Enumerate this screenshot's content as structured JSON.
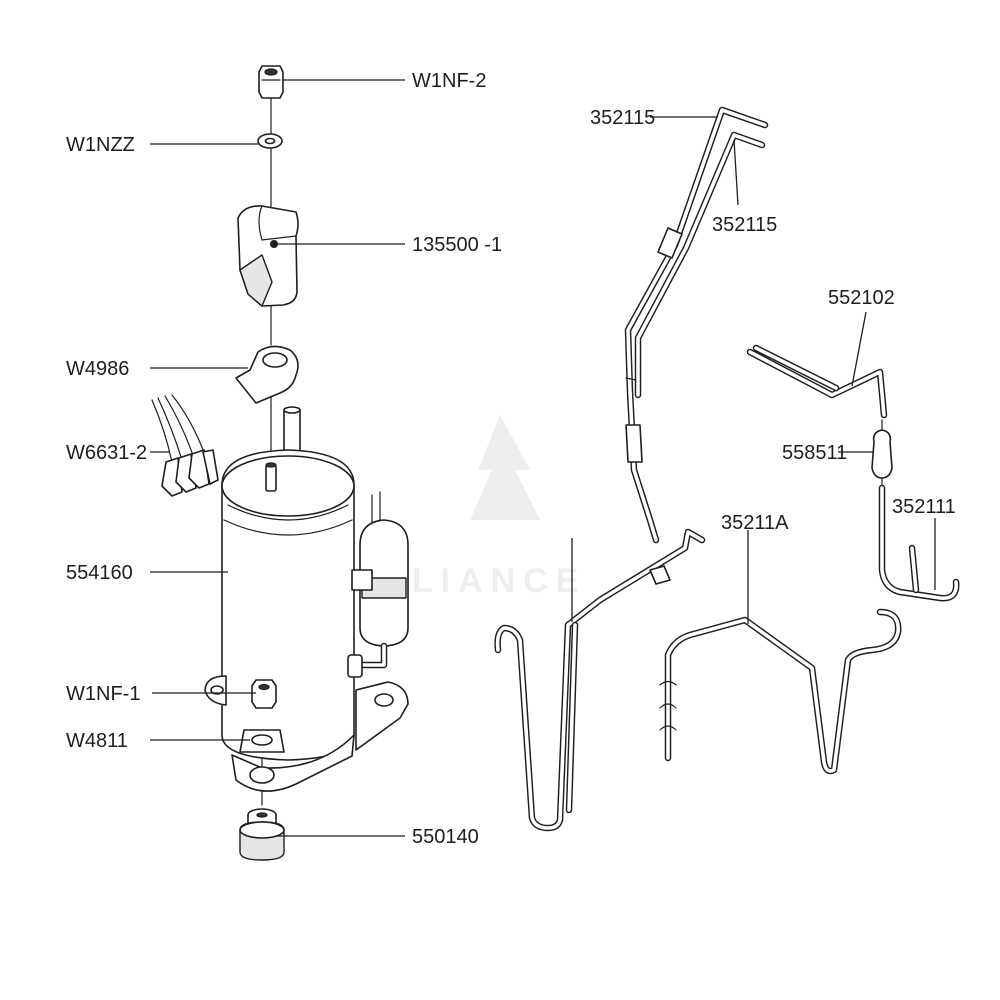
{
  "callouts": {
    "w1nf_2": "W1NF-2",
    "w1nzz": "W1NZZ",
    "p135500_1": "135500 -1",
    "w4986": "W4986",
    "w6631_2": "W6631-2",
    "p554160": "554160",
    "w1nf_1": "W1NF-1",
    "w4811": "W4811",
    "p550140": "550140",
    "p352115_a": "352115",
    "p352115_b": "352115",
    "p552102": "552102",
    "p558511": "558511",
    "p35211a": "35211A",
    "p352111": "352111"
  },
  "watermark": {
    "text": "APPLIANCE"
  }
}
